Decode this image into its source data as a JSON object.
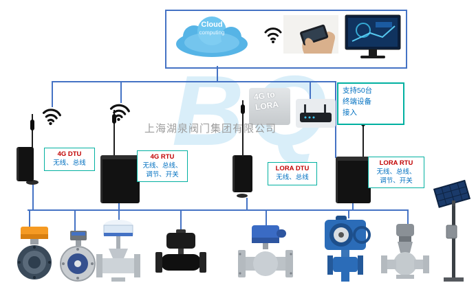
{
  "company": {
    "watermark": "上海湖泉阀门集团有限公司"
  },
  "logo_watermark": "BQ",
  "cloud": {
    "title": "Cloud",
    "subtitle": "computing"
  },
  "gateway_overlay": {
    "line1": "4G to",
    "line2": "LORA"
  },
  "callout": {
    "line1": "支持50台",
    "line2": "终端设备",
    "line3": "接入"
  },
  "labels": {
    "dtu_4g": {
      "title": "4G DTU",
      "line1": "无线、总线"
    },
    "rtu_4g": {
      "title": "4G RTU",
      "line1": "无线、总线、",
      "line2": "调节、开关"
    },
    "dtu_lora": {
      "title": "LORA DTU",
      "line1": "无线、总线"
    },
    "rtu_lora": {
      "title": "LORA RTU",
      "line1": "无线、总线、",
      "line2": "调节、开关"
    }
  },
  "icons": {
    "wifi": "wifi-signal-arcs",
    "cloud": "cloud-computing-shape"
  },
  "colors": {
    "line_blue": "#4472c4",
    "label_border": "#00b0a0",
    "label_title": "#c00000",
    "label_text": "#0070c0",
    "callout_text": "#0070c0",
    "cloud_blue": "#56b4e6",
    "watermark_gray": "#9c9c9c"
  }
}
